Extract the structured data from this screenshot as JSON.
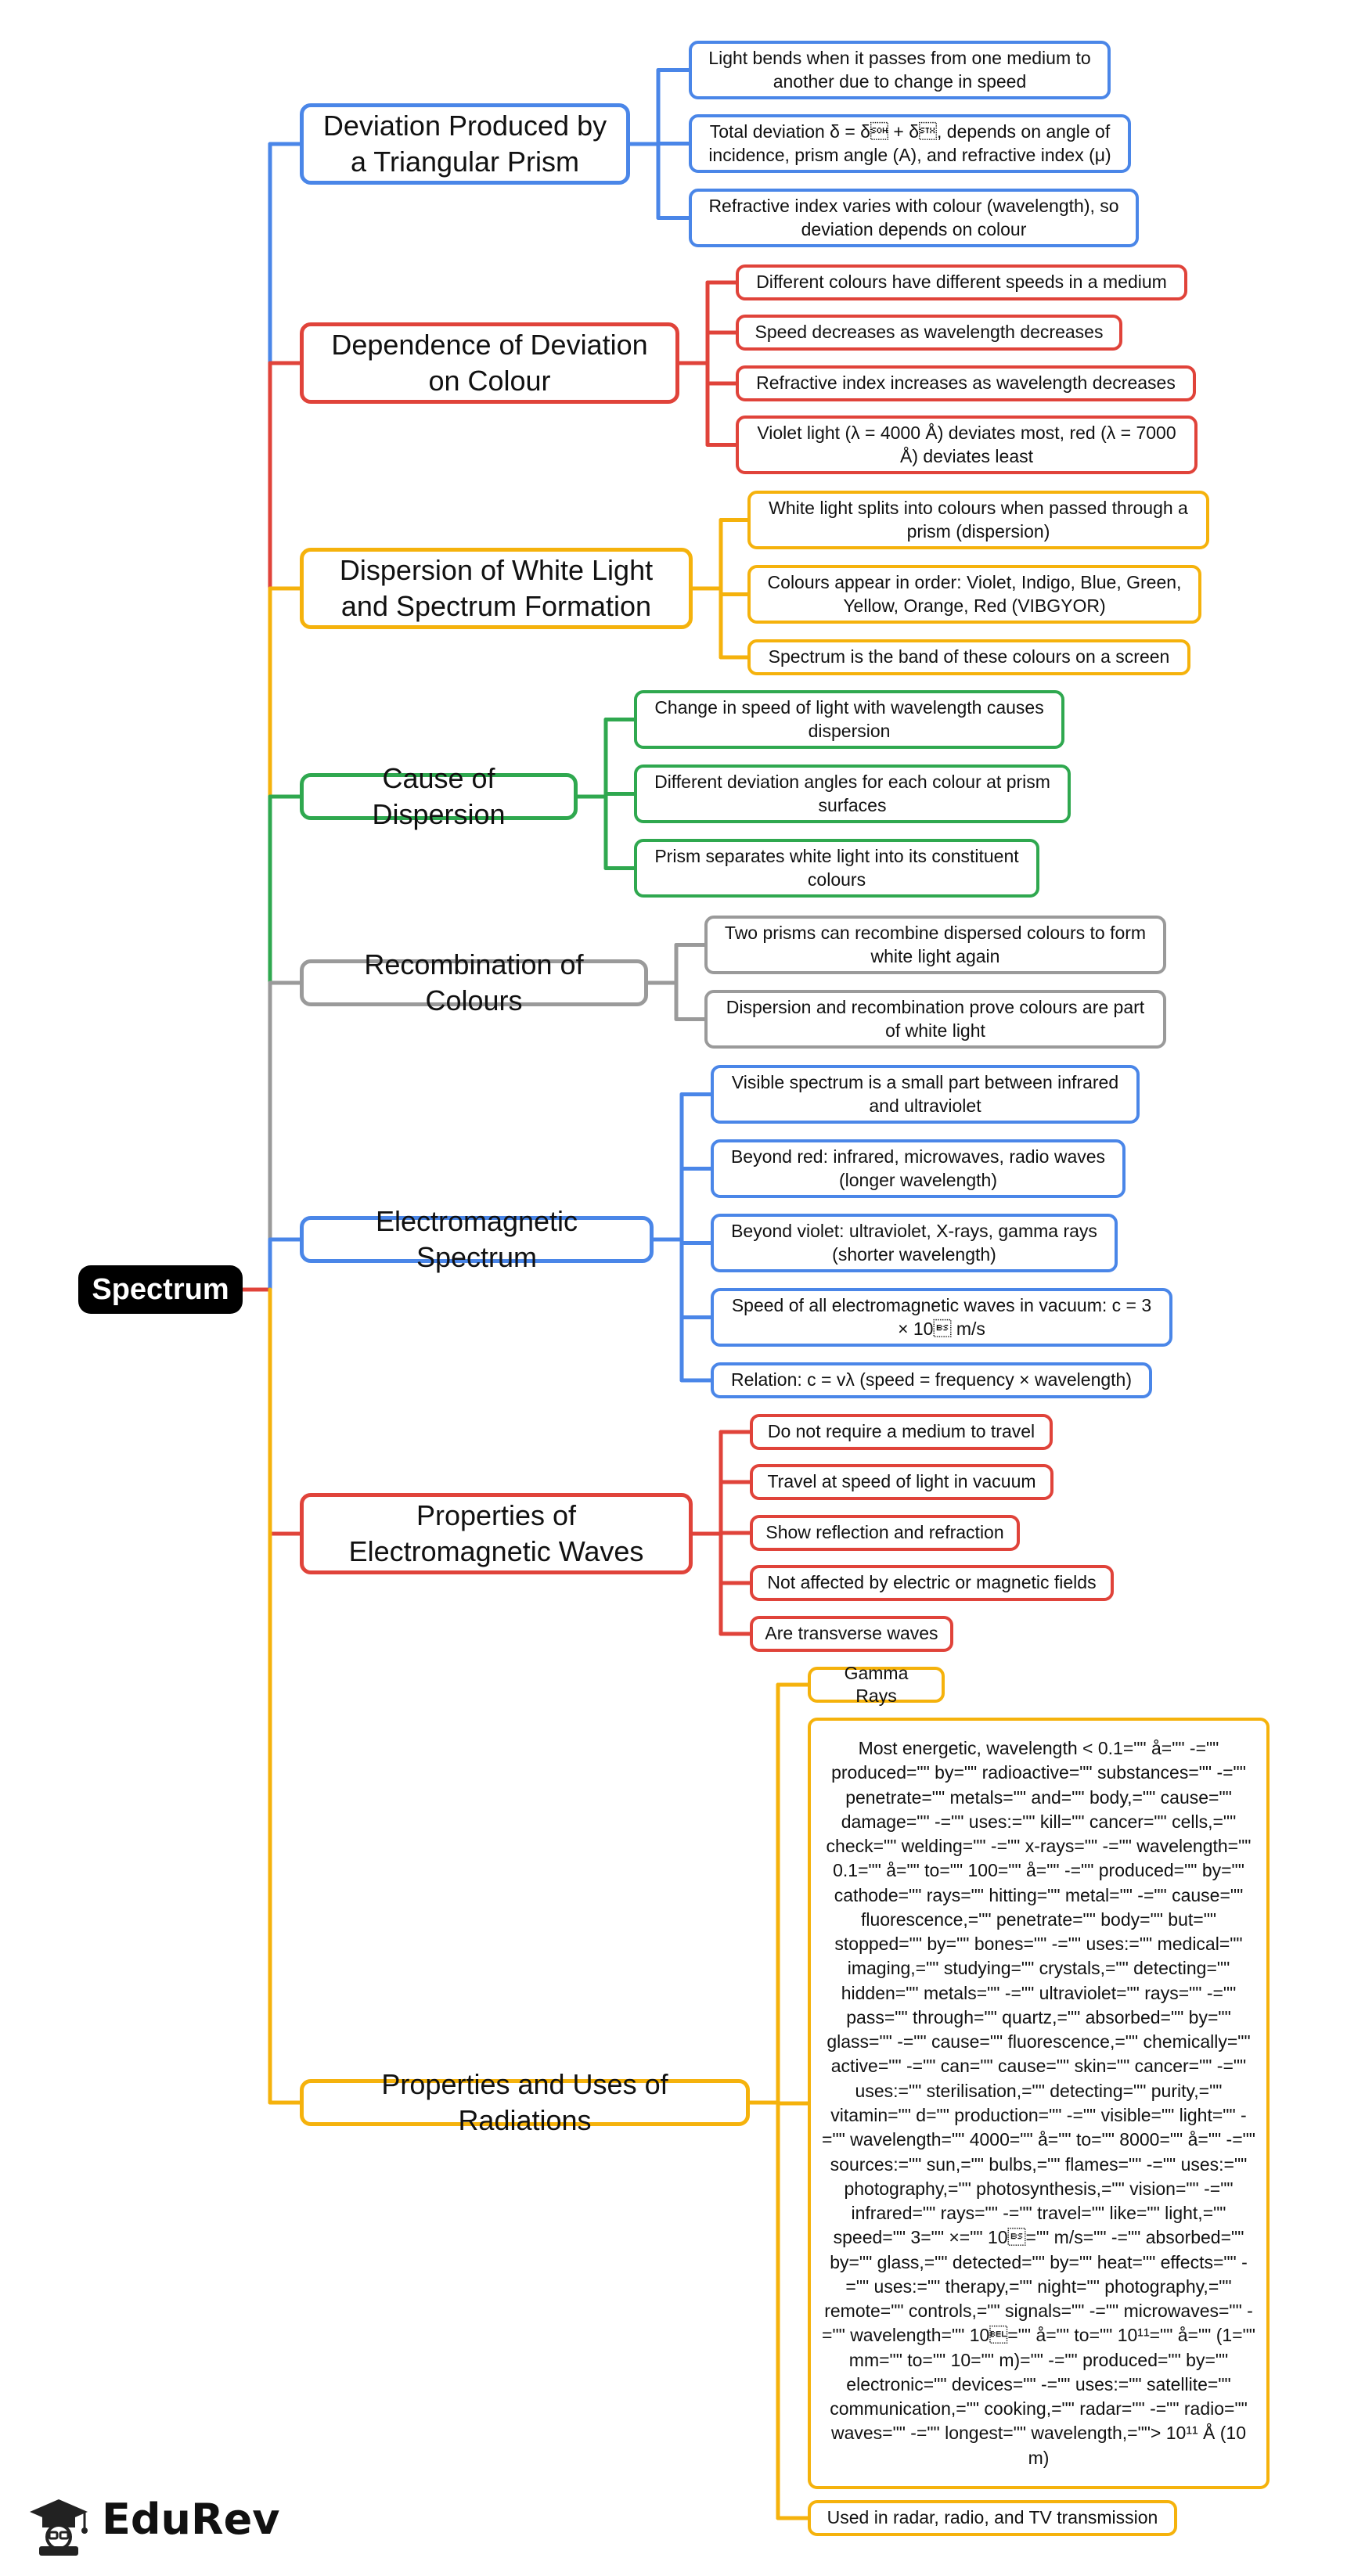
{
  "root": {
    "label": "Spectrum"
  },
  "branches": [
    {
      "label": "Deviation Produced by a Triangular Prism",
      "color": "#4a86e8",
      "leaves": [
        "Light bends when it passes from one medium to another due to change in speed",
        "Total deviation δ = δ\u0001 + δ\u0002, depends on angle of incidence, prism angle (A), and refractive index (μ)",
        "Refractive index varies with colour (wavelength), so deviation depends on colour"
      ]
    },
    {
      "label": "Dependence of Deviation on Colour",
      "color": "#e0433a",
      "leaves": [
        "Different colours have different speeds in a medium",
        "Speed decreases as wavelength decreases",
        "Refractive index increases as wavelength decreases",
        "Violet light (λ = 4000 Å) deviates most, red (λ = 7000 Å) deviates least"
      ]
    },
    {
      "label": "Dispersion of White Light and Spectrum Formation",
      "color": "#f5b20c",
      "leaves": [
        "White light splits into colours when passed through a prism (dispersion)",
        "Colours appear in order: Violet, Indigo, Blue, Green, Yellow, Orange, Red (VIBGYOR)",
        "Spectrum is the band of these colours on a screen"
      ]
    },
    {
      "label": "Cause of Dispersion",
      "color": "#2fa84f",
      "leaves": [
        "Change in speed of light with wavelength causes dispersion",
        "Different deviation angles for each colour at prism surfaces",
        "Prism separates white light into its constituent colours"
      ]
    },
    {
      "label": "Recombination of Colours",
      "color": "#9a9a9a",
      "leaves": [
        "Two prisms can recombine dispersed colours to form white light again",
        "Dispersion and recombination prove colours are part of white light"
      ]
    },
    {
      "label": "Electromagnetic Spectrum",
      "color": "#4a86e8",
      "leaves": [
        "Visible spectrum is a small part between infrared and ultraviolet",
        "Beyond red: infrared, microwaves, radio waves (longer wavelength)",
        "Beyond violet: ultraviolet, X-rays, gamma rays (shorter wavelength)",
        "Speed of all electromagnetic waves in vacuum: c = 3 × 10\b m/s",
        "Relation: c = vλ (speed = frequency × wavelength)"
      ]
    },
    {
      "label": "Properties of Electromagnetic Waves",
      "color": "#e0433a",
      "leaves": [
        "Do not require a medium to travel",
        "Travel at speed of light in vacuum",
        "Show reflection and refraction",
        "Not affected by electric or magnetic fields",
        "Are transverse waves"
      ]
    },
    {
      "label": "Properties and Uses of Radiations",
      "color": "#f5b20c",
      "leaves": [
        "Gamma Rays",
        "Most energetic, wavelength < 0.1=\"\" å=\"\" -=\"\" produced=\"\" by=\"\" radioactive=\"\" substances=\"\" -=\"\" penetrate=\"\" metals=\"\" and=\"\" body,=\"\" cause=\"\" damage=\"\" -=\"\" uses:=\"\" kill=\"\" cancer=\"\" cells,=\"\" check=\"\" welding=\"\" -=\"\" x-rays=\"\" -=\"\" wavelength=\"\" 0.1=\"\" å=\"\" to=\"\" 100=\"\" å=\"\" -=\"\" produced=\"\" by=\"\" cathode=\"\" rays=\"\" hitting=\"\" metal=\"\" -=\"\" cause=\"\" fluorescence,=\"\" penetrate=\"\" body=\"\" but=\"\" stopped=\"\" by=\"\" bones=\"\" -=\"\" uses:=\"\" medical=\"\" imaging,=\"\" studying=\"\" crystals,=\"\" detecting=\"\" hidden=\"\" metals=\"\" -=\"\" ultraviolet=\"\" rays=\"\" -=\"\" pass=\"\" through=\"\" quartz,=\"\" absorbed=\"\" by=\"\" glass=\"\" -=\"\" cause=\"\" fluorescence,=\"\" chemically=\"\" active=\"\" -=\"\" can=\"\" cause=\"\" skin=\"\" cancer=\"\" -=\"\" uses:=\"\" sterilisation,=\"\" detecting=\"\" purity,=\"\" vitamin=\"\" d=\"\" production=\"\" -=\"\" visible=\"\" light=\"\" -=\"\" wavelength=\"\" 4000=\"\" å=\"\" to=\"\" 8000=\"\" å=\"\" -=\"\" sources:=\"\" sun,=\"\" bulbs,=\"\" flames=\"\" -=\"\" uses:=\"\" photography,=\"\" photosynthesis,=\"\" vision=\"\" -=\"\" infrared=\"\" rays=\"\" -=\"\" travel=\"\" like=\"\" light,=\"\" speed=\"\" 3=\"\" ×=\"\" 10\b=\"\" m/s=\"\" -=\"\" absorbed=\"\" by=\"\" glass,=\"\" detected=\"\" by=\"\" heat=\"\" effects=\"\" -=\"\" uses:=\"\" therapy,=\"\" night=\"\" photography,=\"\" remote=\"\" controls,=\"\" signals=\"\" -=\"\" microwaves=\"\" -=\"\" wavelength=\"\" 10\u0007=\"\" å=\"\" to=\"\" 10¹¹=\"\" å=\"\" (1=\"\" mm=\"\" to=\"\" 10=\"\" m)=\"\" -=\"\" produced=\"\" by=\"\" electronic=\"\" devices=\"\" -=\"\" uses:=\"\" satellite=\"\" communication,=\"\" cooking,=\"\" radar=\"\" -=\"\" radio=\"\" waves=\"\" -=\"\" longest=\"\" wavelength,=\"\"> 10¹¹ Å (10 m)",
        "Used in radar, radio, and TV transmission"
      ]
    }
  ],
  "brand": {
    "name": "EduRev"
  }
}
